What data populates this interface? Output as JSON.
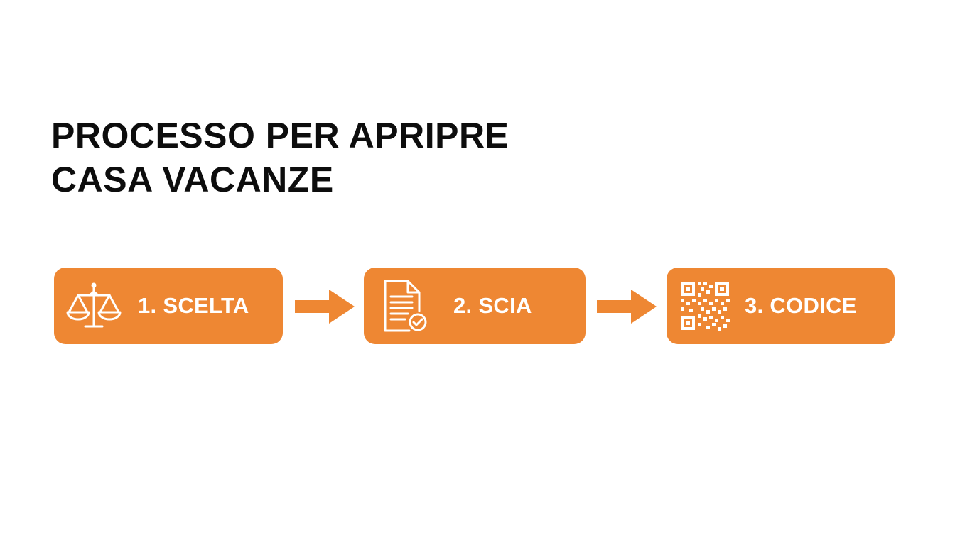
{
  "title": {
    "line1": "PROCESSO PER APRIPRE",
    "line2": "CASA VACANZE"
  },
  "colors": {
    "accent": "#EE8733",
    "text": "#0D0D0D",
    "background": "#FFFFFF",
    "icon": "#FFFFFF"
  },
  "steps": [
    {
      "label": "1. SCELTA",
      "icon": "scales-icon"
    },
    {
      "label": "2. SCIA",
      "icon": "document-check-icon"
    },
    {
      "label": "3. CODICE",
      "icon": "qr-code-icon"
    }
  ]
}
